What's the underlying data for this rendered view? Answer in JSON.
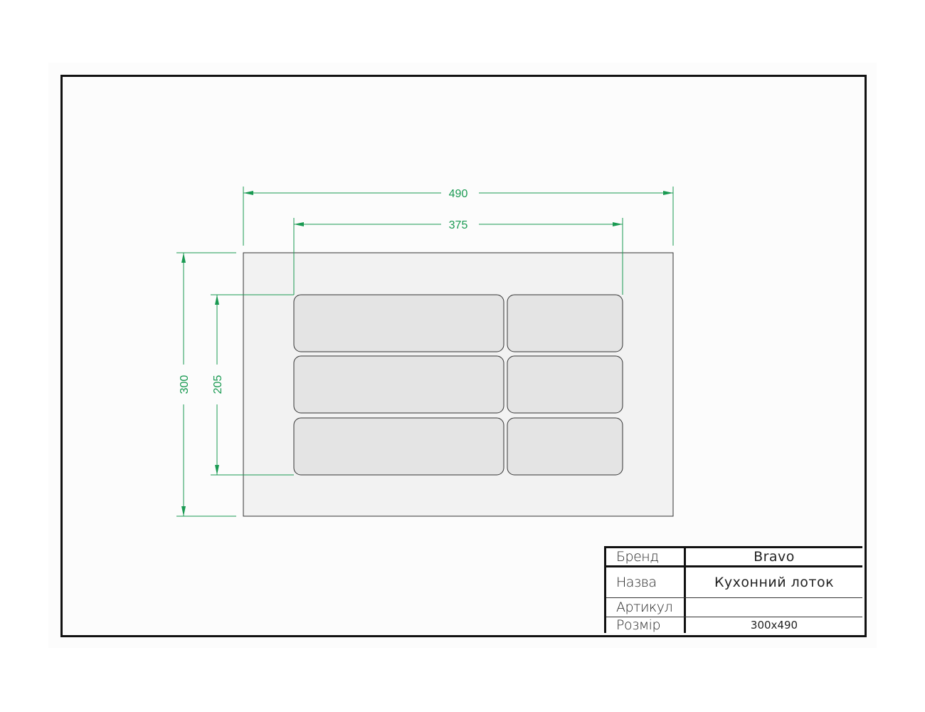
{
  "dimensions": {
    "overall_width": "490",
    "inner_width": "375",
    "overall_height": "300",
    "inner_height": "205"
  },
  "tray": {
    "compartment_rows": 3,
    "compartments_per_row": 2,
    "colors": {
      "outline": "#333333",
      "tray_fill": "#f2f2f2",
      "compartment_fill": "#e4e4e4",
      "dimension_line": "#1a9a52"
    }
  },
  "title_block": {
    "brand_label": "Бренд",
    "brand_value": "Bravo",
    "name_label": "Назва",
    "name_value": "Кухонний лоток",
    "article_label": "Артикул",
    "article_value": "",
    "size_label": "Розмір",
    "size_value": "300x490"
  }
}
